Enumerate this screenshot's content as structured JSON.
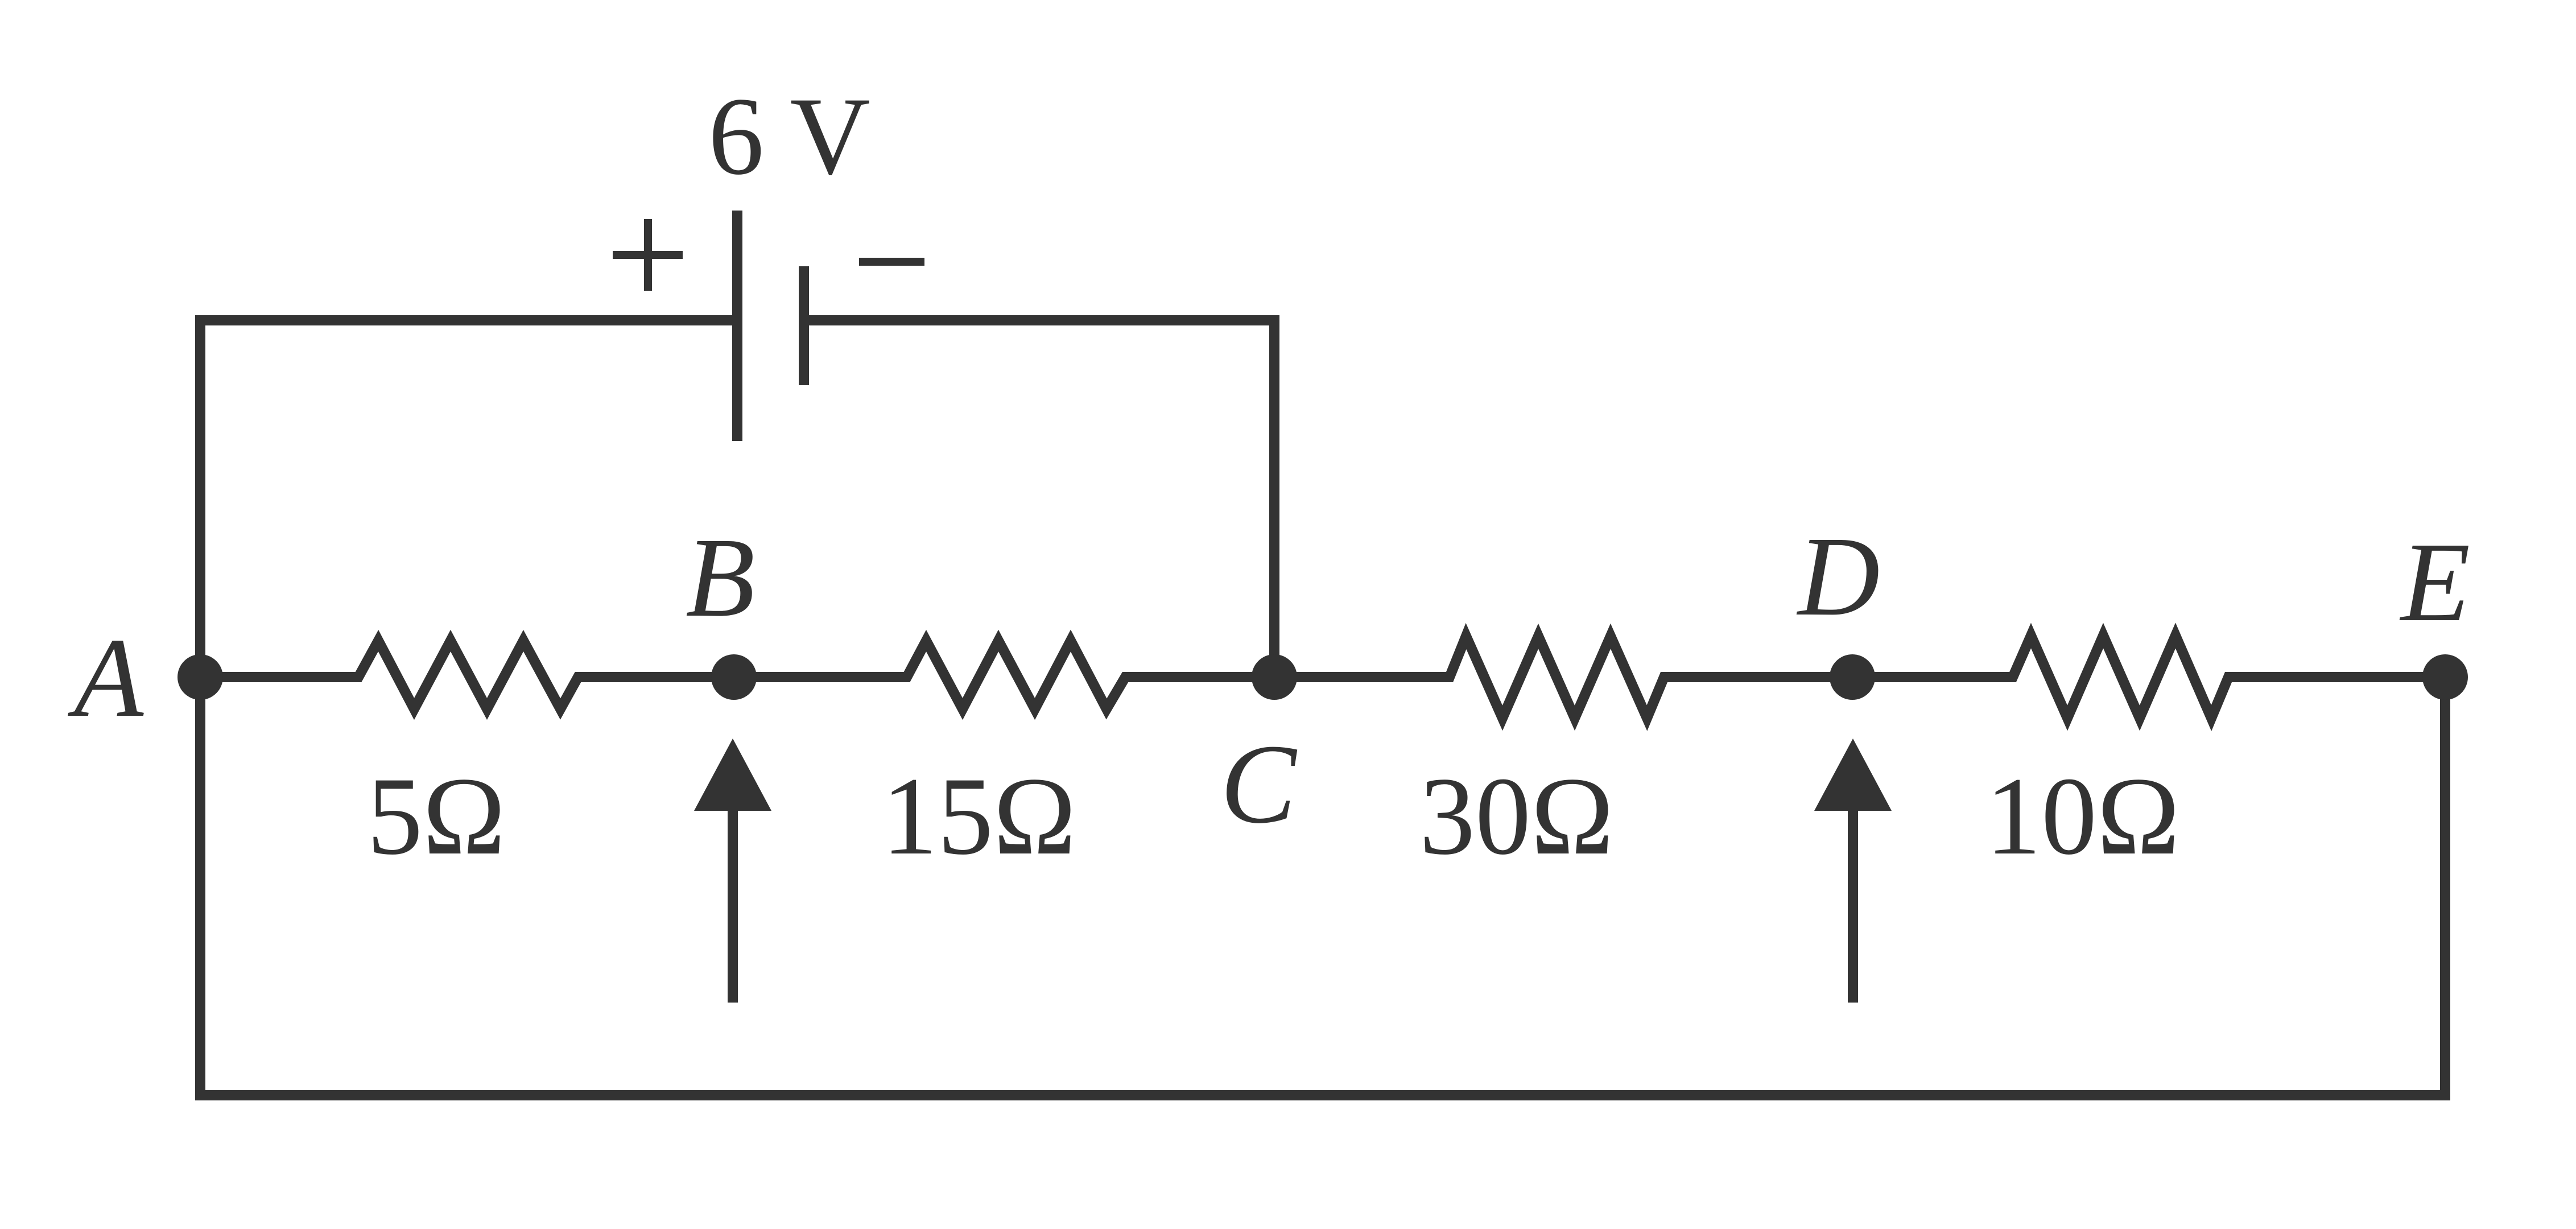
{
  "battery": {
    "voltage_label": "6 V",
    "positive_symbol": "+",
    "negative_symbol": "−"
  },
  "nodes": [
    {
      "id": "A",
      "label": "A"
    },
    {
      "id": "B",
      "label": "B"
    },
    {
      "id": "C",
      "label": "C"
    },
    {
      "id": "D",
      "label": "D"
    },
    {
      "id": "E",
      "label": "E"
    }
  ],
  "resistors": [
    {
      "from": "A",
      "to": "B",
      "label": "5Ω"
    },
    {
      "from": "B",
      "to": "C",
      "label": "15Ω"
    },
    {
      "from": "C",
      "to": "D",
      "label": "30Ω"
    },
    {
      "from": "D",
      "to": "E",
      "label": "10Ω"
    }
  ],
  "colors": {
    "ink": "#333333",
    "background": "#ffffff"
  }
}
